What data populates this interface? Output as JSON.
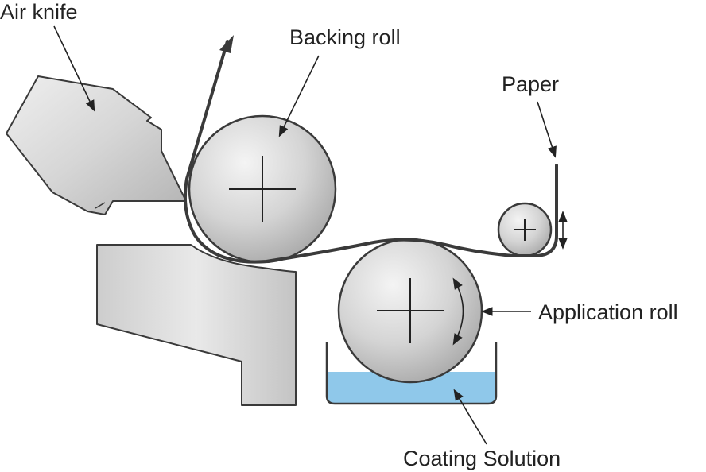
{
  "labels": {
    "air_knife": "Air knife",
    "backing_roll": "Backing roll",
    "paper": "Paper",
    "application_roll": "Application roll",
    "coating_solution": "Coating Solution"
  },
  "colors": {
    "outline": "#3a3a3a",
    "metal_light": "#f2f2f2",
    "metal_mid": "#cfcfcf",
    "metal_dark": "#a9a9a9",
    "coating_solution": "#8fc8ea",
    "paper_web": "#3a3a3a",
    "leader_line": "#222222"
  },
  "icons": {
    "roll_center": "crosshair-icon",
    "direction": "arrowhead-icon",
    "rotation": "curved-double-arrow-icon",
    "adjust": "vertical-double-arrow-icon"
  }
}
